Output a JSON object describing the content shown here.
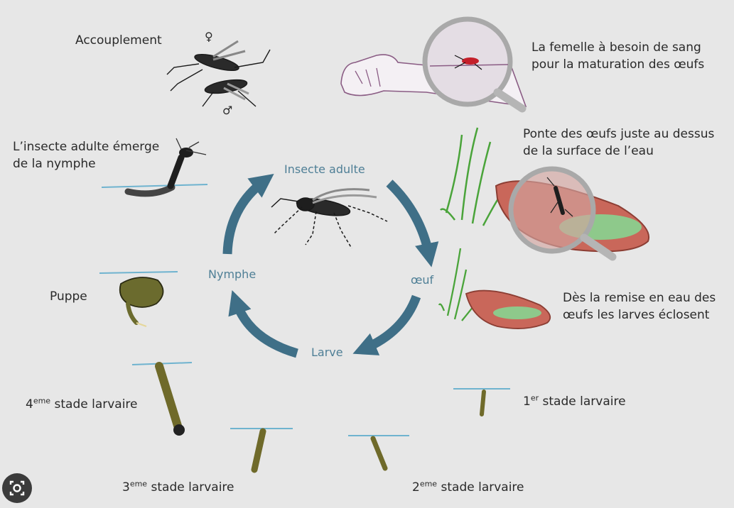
{
  "stages": {
    "mating": "Accouplement",
    "blood_line1": "La femelle à besoin de sang",
    "blood_line2": "pour la maturation des œufs",
    "emerge_line1": "L’insecte adulte émerge",
    "emerge_line2": "de la nymphe",
    "laying_line1": "Ponte des œufs juste au dessus",
    "laying_line2": "de la surface de l’eau",
    "pupa": "Puppe",
    "hatch_line1": "Dès la remise en eau des",
    "hatch_line2": "œufs les larves éclosent",
    "larva4_sup": "eme",
    "larva4": "4",
    "larva4_rest": " stade larvaire",
    "larva1": "1",
    "larva1_sup": "er",
    "larva1_rest": " stade larvaire",
    "larva3": "3",
    "larva3_sup": "eme",
    "larva3_rest": " stade larvaire",
    "larva2": "2",
    "larva2_sup": "eme",
    "larva2_rest": " stade larvaire"
  },
  "cycle": {
    "adult": "Insecte adulte",
    "egg": "œuf",
    "larva": "Larve",
    "nymph": "Nymphe"
  },
  "symbols": {
    "female": "♀",
    "male": "♂"
  },
  "colors": {
    "cycle_arrow": "#3f6f87",
    "cycle_text": "#4f7f96",
    "water": "#6fb3cf",
    "dish": "#c9675a",
    "larva": "#6f6a2a",
    "grass": "#4aa43a"
  },
  "icons": {
    "lens_button": "visual-search-icon"
  }
}
